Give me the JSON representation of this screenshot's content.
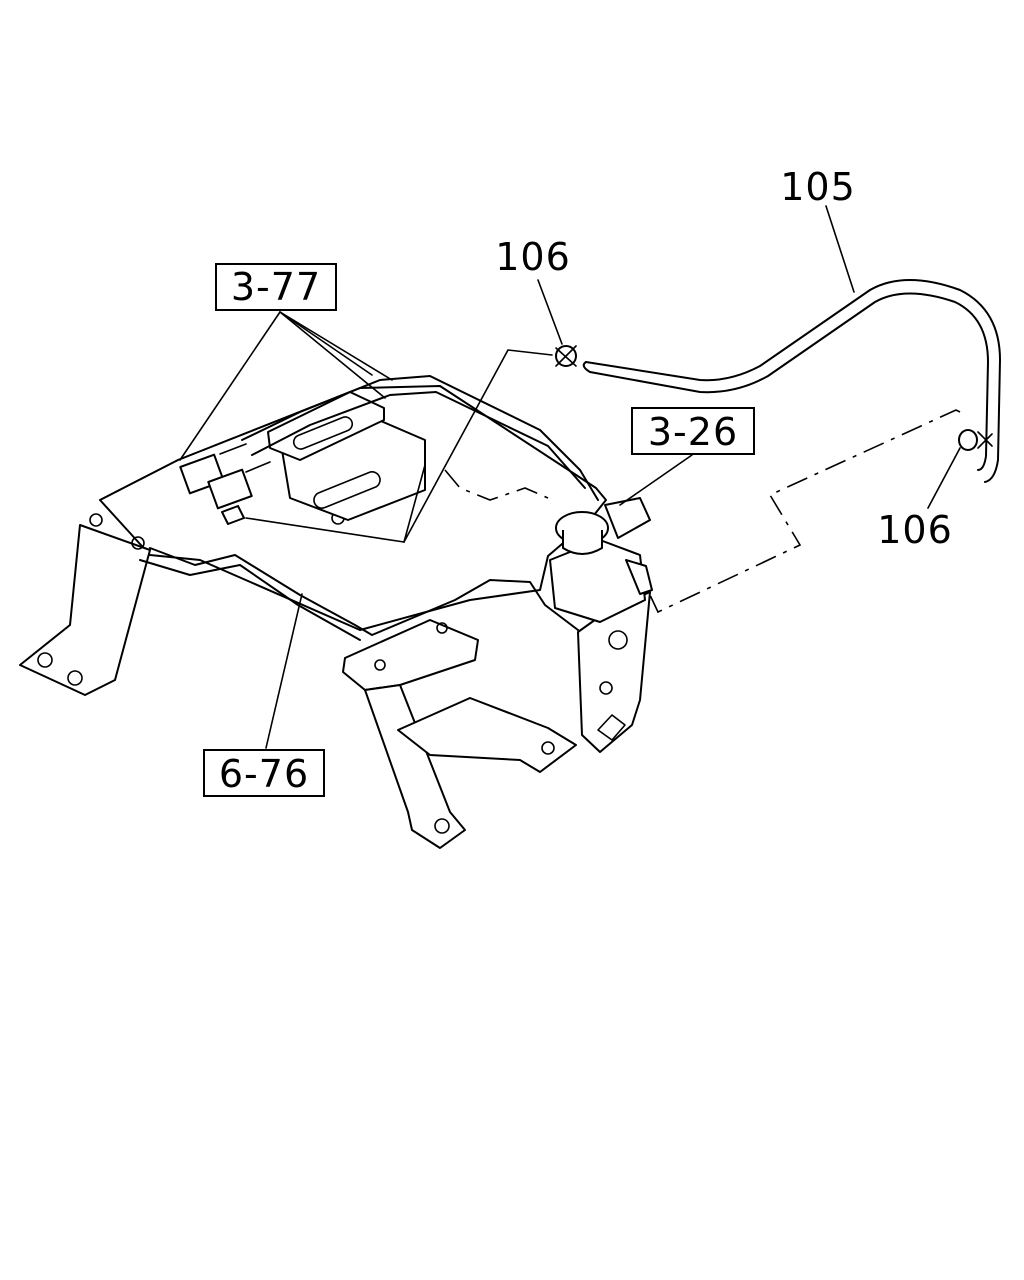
{
  "callouts": {
    "ref_3_77": "3-77",
    "ref_3_26": "3-26",
    "ref_6_76": "6-76",
    "part_105": "105",
    "part_106_top": "106",
    "part_106_right": "106"
  }
}
